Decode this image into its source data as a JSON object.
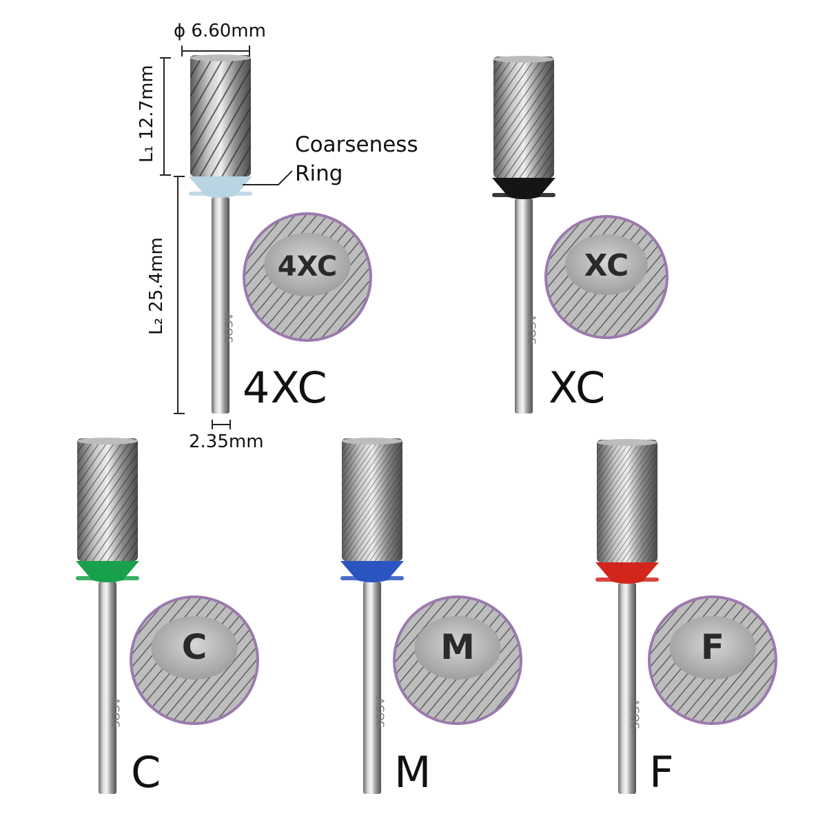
{
  "colors": {
    "background": "#ffffff",
    "circle_border": "#9b79ae",
    "ring_4xc": "#b9d4e2",
    "ring_xc": "#151515",
    "ring_c": "#18a14a",
    "ring_m": "#2a55c0",
    "ring_f": "#d2261c"
  },
  "dimensions": {
    "diameter": "ϕ 6.60mm",
    "l1": "L₁ 12.7mm",
    "l2": "L₂ 25.4mm",
    "shank": "2.35mm"
  },
  "annotation": {
    "line1": "Coarseness",
    "line2": "Ring"
  },
  "bits": [
    {
      "grade": "4XC",
      "engraving": "4XC",
      "shank_text": "ACOS"
    },
    {
      "grade": "XC",
      "engraving": "XC",
      "shank_text": "ACOS"
    },
    {
      "grade": "C",
      "engraving": "C",
      "shank_text": "ACOS"
    },
    {
      "grade": "M",
      "engraving": "M",
      "shank_text": "ACOS"
    },
    {
      "grade": "F",
      "engraving": "F",
      "shank_text": "ACOS"
    }
  ]
}
